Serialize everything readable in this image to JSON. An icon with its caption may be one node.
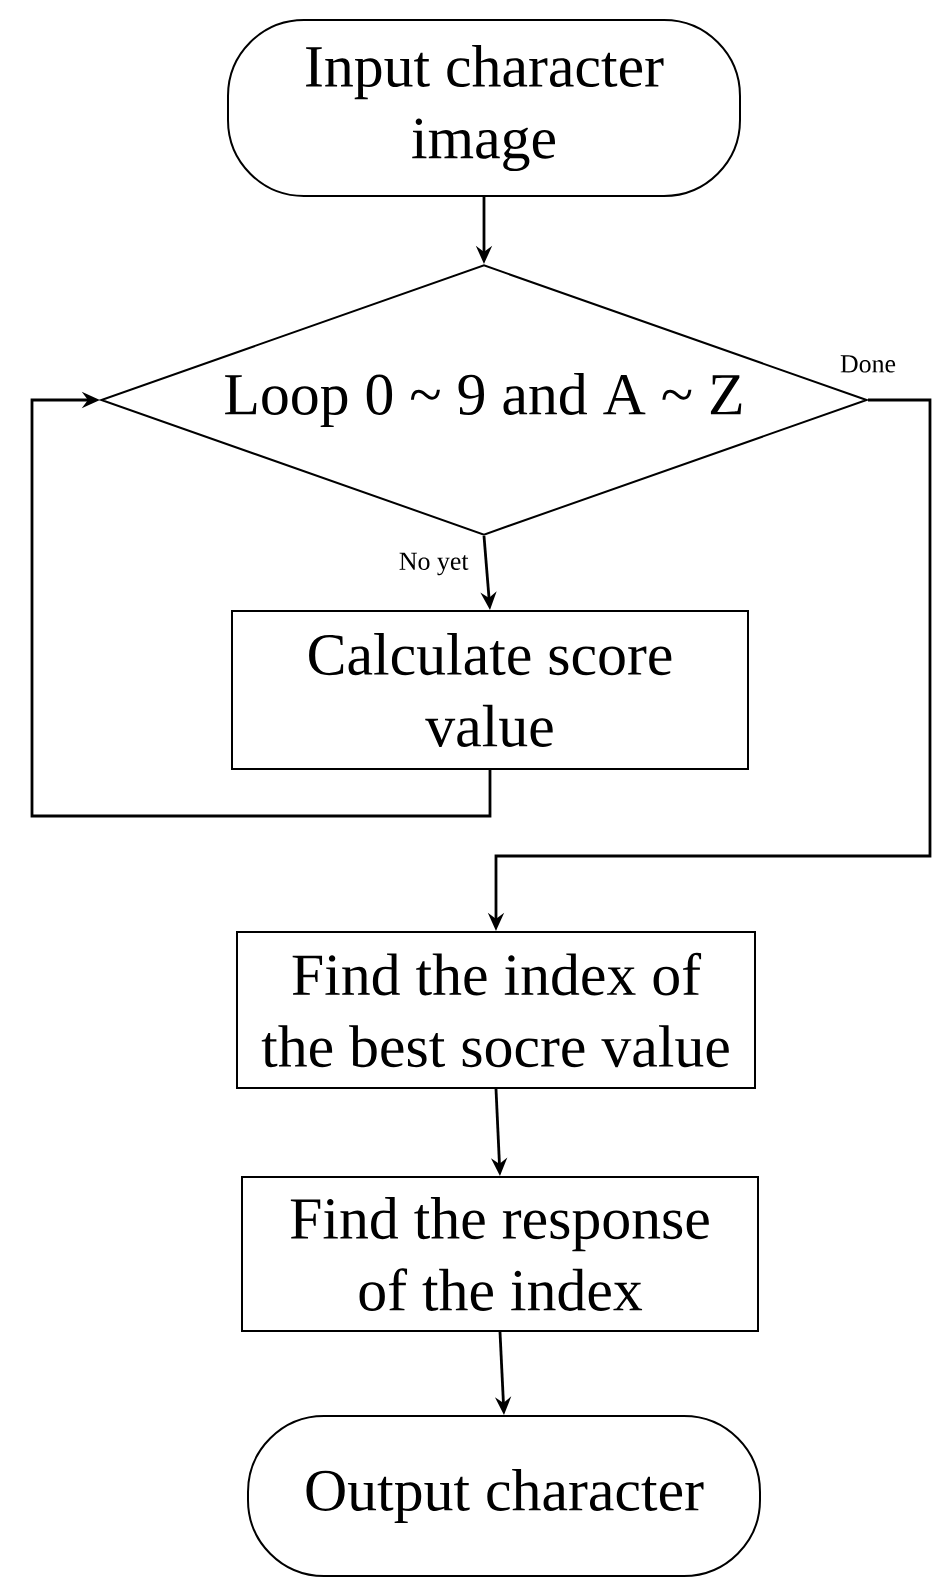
{
  "diagram": {
    "nodes": [
      {
        "text": [
          "Input character image"
        ]
      },
      {
        "text": [
          "Loop 0 ~ 9 and A ~ Z"
        ]
      },
      {
        "text": [
          "Calculate score value"
        ]
      },
      {
        "text": [
          "Find the index of the best socre value"
        ]
      },
      {
        "text": [
          "Find the response of the index"
        ]
      },
      {
        "text": [
          "Output character"
        ]
      }
    ],
    "edges": [
      {
        "from": 0,
        "to": 1,
        "arrow": "to"
      },
      {
        "from": 1,
        "to": 2,
        "arrow": "to",
        "label": "No yet"
      },
      {
        "from": 2,
        "to": 1,
        "arrow": "to"
      },
      {
        "from": 1,
        "to": 3,
        "arrow": "to",
        "label": "Done"
      },
      {
        "from": 3,
        "to": 4,
        "arrow": "to"
      },
      {
        "from": 4,
        "to": 5,
        "arrow": "to"
      }
    ]
  }
}
